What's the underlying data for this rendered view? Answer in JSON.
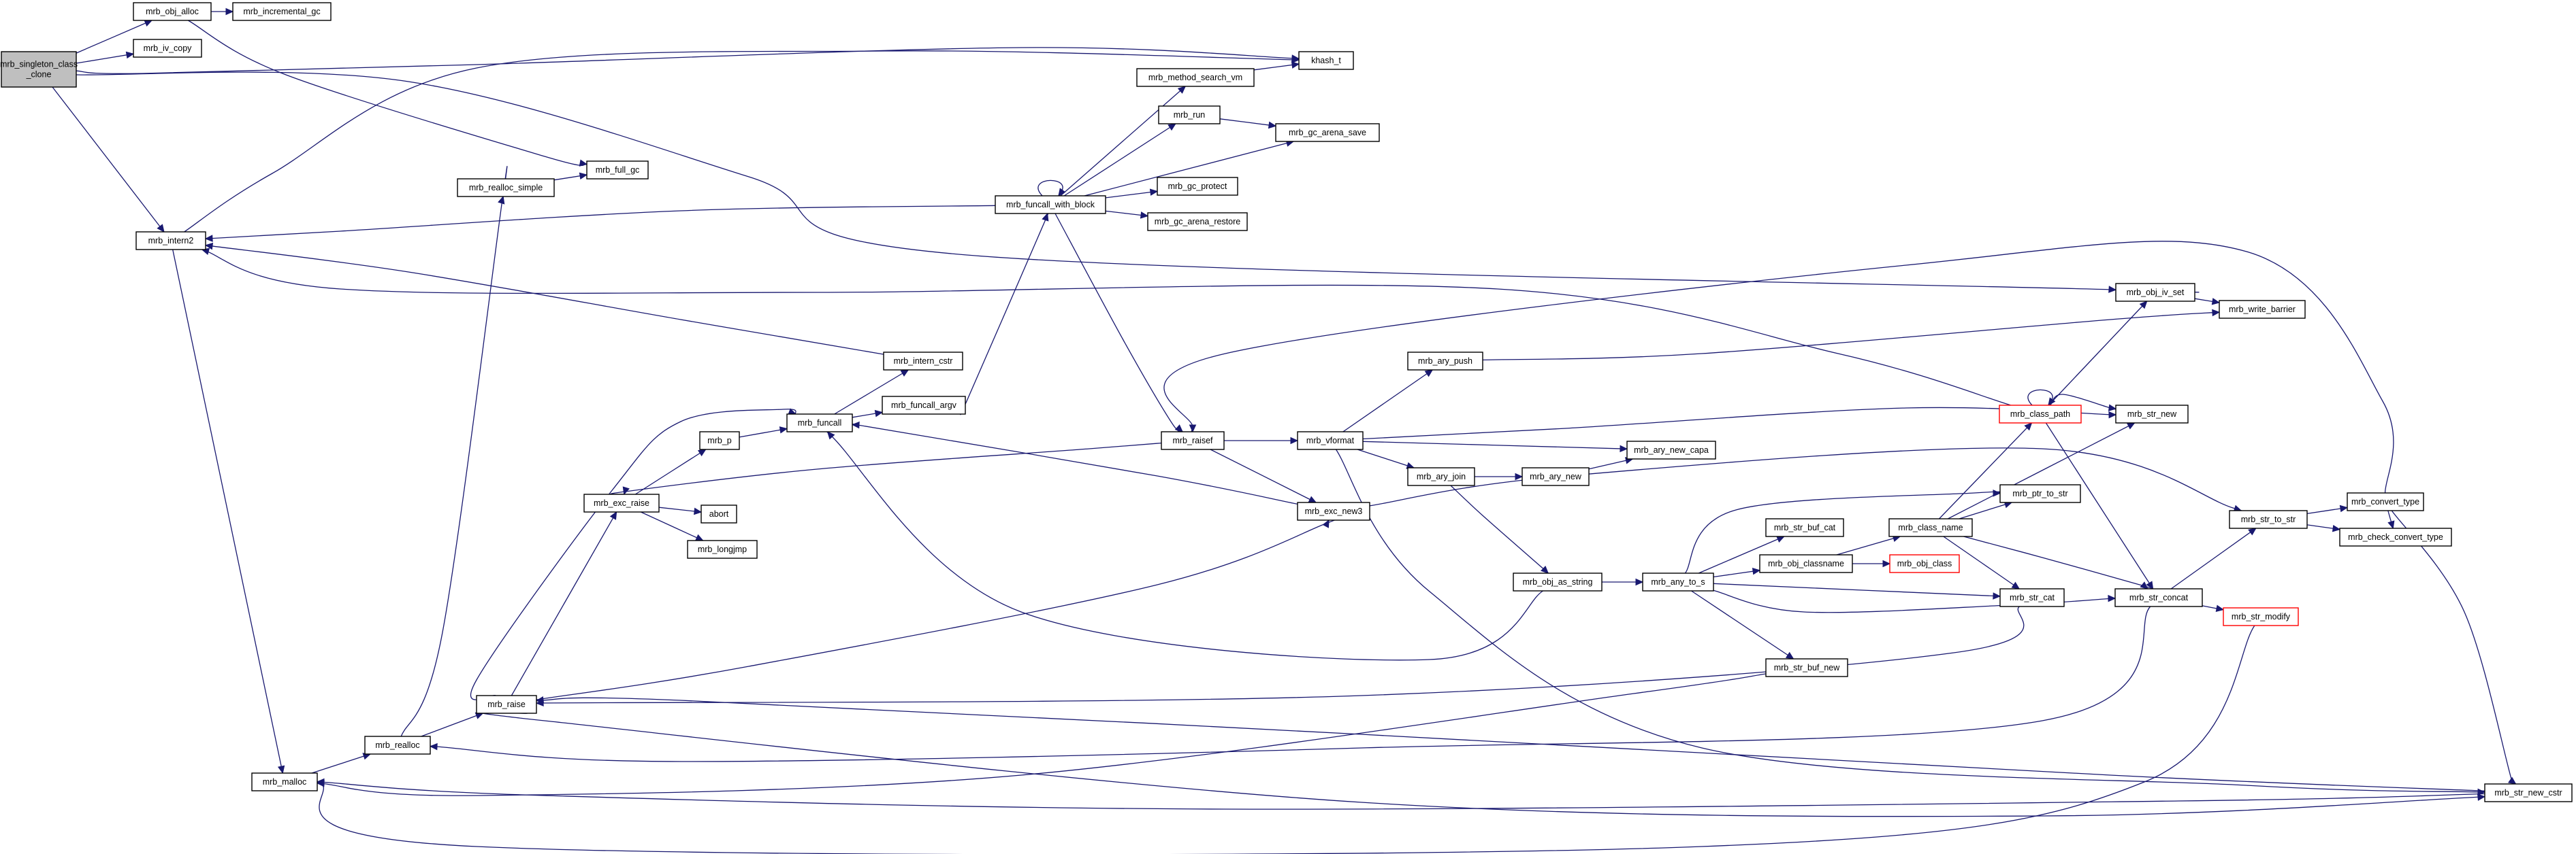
{
  "graph": {
    "root": "mrb_singleton_class_clone",
    "nodes": [
      {
        "id": "singleton",
        "label": [
          "mrb_singleton_class",
          "_clone"
        ],
        "style": "root"
      },
      {
        "id": "obj_alloc",
        "label": [
          "mrb_obj_alloc"
        ]
      },
      {
        "id": "inc_gc",
        "label": [
          "mrb_incremental_gc"
        ]
      },
      {
        "id": "iv_copy",
        "label": [
          "mrb_iv_copy"
        ]
      },
      {
        "id": "khash",
        "label": [
          "khash_t"
        ]
      },
      {
        "id": "full_gc",
        "label": [
          "mrb_full_gc"
        ]
      },
      {
        "id": "realloc_simple",
        "label": [
          "mrb_realloc_simple"
        ]
      },
      {
        "id": "intern2",
        "label": [
          "mrb_intern2"
        ]
      },
      {
        "id": "method_search",
        "label": [
          "mrb_method_search_vm"
        ]
      },
      {
        "id": "run",
        "label": [
          "mrb_run"
        ]
      },
      {
        "id": "arena_save",
        "label": [
          "mrb_gc_arena_save"
        ]
      },
      {
        "id": "gc_protect",
        "label": [
          "mrb_gc_protect"
        ]
      },
      {
        "id": "funcall_block",
        "label": [
          "mrb_funcall_with_block"
        ]
      },
      {
        "id": "arena_restore",
        "label": [
          "mrb_gc_arena_restore"
        ]
      },
      {
        "id": "obj_iv_set",
        "label": [
          "mrb_obj_iv_set"
        ]
      },
      {
        "id": "write_barrier",
        "label": [
          "mrb_write_barrier"
        ]
      },
      {
        "id": "intern_cstr",
        "label": [
          "mrb_intern_cstr"
        ]
      },
      {
        "id": "ary_push",
        "label": [
          "mrb_ary_push"
        ]
      },
      {
        "id": "class_path",
        "label": [
          "mrb_class_path"
        ],
        "style": "truncated"
      },
      {
        "id": "str_new",
        "label": [
          "mrb_str_new"
        ]
      },
      {
        "id": "funcall_argv",
        "label": [
          "mrb_funcall_argv"
        ]
      },
      {
        "id": "funcall",
        "label": [
          "mrb_funcall"
        ]
      },
      {
        "id": "mrb_p",
        "label": [
          "mrb_p"
        ]
      },
      {
        "id": "raisef",
        "label": [
          "mrb_raisef"
        ]
      },
      {
        "id": "vformat",
        "label": [
          "mrb_vformat"
        ]
      },
      {
        "id": "ary_new_capa",
        "label": [
          "mrb_ary_new_capa"
        ]
      },
      {
        "id": "ary_join",
        "label": [
          "mrb_ary_join"
        ]
      },
      {
        "id": "ary_new",
        "label": [
          "mrb_ary_new"
        ]
      },
      {
        "id": "ptr_to_str",
        "label": [
          "mrb_ptr_to_str"
        ]
      },
      {
        "id": "convert_type",
        "label": [
          "mrb_convert_type"
        ]
      },
      {
        "id": "exc_raise",
        "label": [
          "mrb_exc_raise"
        ]
      },
      {
        "id": "abort",
        "label": [
          "abort"
        ]
      },
      {
        "id": "exc_new3",
        "label": [
          "mrb_exc_new3"
        ]
      },
      {
        "id": "str_to_str",
        "label": [
          "mrb_str_to_str"
        ]
      },
      {
        "id": "str_buf_cat",
        "label": [
          "mrb_str_buf_cat"
        ]
      },
      {
        "id": "class_name",
        "label": [
          "mrb_class_name"
        ]
      },
      {
        "id": "check_convert",
        "label": [
          "mrb_check_convert_type"
        ]
      },
      {
        "id": "longjmp",
        "label": [
          "mrb_longjmp"
        ]
      },
      {
        "id": "obj_classname",
        "label": [
          "mrb_obj_classname"
        ]
      },
      {
        "id": "obj_class",
        "label": [
          "mrb_obj_class"
        ],
        "style": "truncated"
      },
      {
        "id": "obj_as_string",
        "label": [
          "mrb_obj_as_string"
        ]
      },
      {
        "id": "any_to_s",
        "label": [
          "mrb_any_to_s"
        ]
      },
      {
        "id": "str_cat",
        "label": [
          "mrb_str_cat"
        ]
      },
      {
        "id": "str_concat",
        "label": [
          "mrb_str_concat"
        ]
      },
      {
        "id": "str_modify",
        "label": [
          "mrb_str_modify"
        ],
        "style": "truncated"
      },
      {
        "id": "str_buf_new",
        "label": [
          "mrb_str_buf_new"
        ]
      },
      {
        "id": "mrb_raise",
        "label": [
          "mrb_raise"
        ]
      },
      {
        "id": "mrb_realloc",
        "label": [
          "mrb_realloc"
        ]
      },
      {
        "id": "mrb_malloc",
        "label": [
          "mrb_malloc"
        ]
      },
      {
        "id": "str_new_cstr",
        "label": [
          "mrb_str_new_cstr"
        ]
      }
    ],
    "edges": [
      [
        "singleton",
        "obj_alloc"
      ],
      [
        "singleton",
        "iv_copy"
      ],
      [
        "singleton",
        "khash"
      ],
      [
        "singleton",
        "intern2"
      ],
      [
        "singleton",
        "obj_iv_set"
      ],
      [
        "obj_alloc",
        "inc_gc"
      ],
      [
        "obj_alloc",
        "full_gc"
      ],
      [
        "realloc_simple",
        "full_gc"
      ],
      [
        "intern2",
        "khash"
      ],
      [
        "intern2",
        "mrb_malloc"
      ],
      [
        "method_search",
        "khash"
      ],
      [
        "run",
        "arena_save"
      ],
      [
        "funcall_block",
        "intern2"
      ],
      [
        "funcall_block",
        "method_search"
      ],
      [
        "funcall_block",
        "run"
      ],
      [
        "funcall_block",
        "arena_save"
      ],
      [
        "funcall_block",
        "gc_protect"
      ],
      [
        "funcall_block",
        "arena_restore"
      ],
      [
        "funcall_block",
        "raisef"
      ],
      [
        "funcall_block",
        "funcall_block"
      ],
      [
        "obj_iv_set",
        "write_barrier"
      ],
      [
        "intern_cstr",
        "intern2"
      ],
      [
        "ary_push",
        "write_barrier"
      ],
      [
        "class_path",
        "intern2"
      ],
      [
        "class_path",
        "obj_iv_set"
      ],
      [
        "class_path",
        "str_new"
      ],
      [
        "class_path",
        "str_concat"
      ],
      [
        "class_path",
        "class_path"
      ],
      [
        "funcall_argv",
        "funcall_block"
      ],
      [
        "funcall",
        "intern_cstr"
      ],
      [
        "funcall",
        "funcall_argv"
      ],
      [
        "mrb_p",
        "funcall"
      ],
      [
        "raisef",
        "vformat"
      ],
      [
        "raisef",
        "exc_new3"
      ],
      [
        "raisef",
        "exc_raise"
      ],
      [
        "vformat",
        "ary_push"
      ],
      [
        "vformat",
        "str_new"
      ],
      [
        "vformat",
        "ary_new_capa"
      ],
      [
        "vformat",
        "ary_join"
      ],
      [
        "vformat",
        "str_new_cstr"
      ],
      [
        "ary_join",
        "ary_new"
      ],
      [
        "ary_join",
        "obj_as_string"
      ],
      [
        "ary_new",
        "ary_new_capa"
      ],
      [
        "convert_type",
        "check_convert"
      ],
      [
        "convert_type",
        "raisef"
      ],
      [
        "convert_type",
        "str_new_cstr"
      ],
      [
        "exc_raise",
        "mrb_p"
      ],
      [
        "exc_raise",
        "abort"
      ],
      [
        "exc_raise",
        "longjmp"
      ],
      [
        "exc_new3",
        "funcall"
      ],
      [
        "exc_new3",
        "str_to_str"
      ],
      [
        "str_to_str",
        "convert_type"
      ],
      [
        "str_to_str",
        "check_convert"
      ],
      [
        "class_name",
        "class_path"
      ],
      [
        "class_name",
        "str_new"
      ],
      [
        "class_name",
        "ptr_to_str"
      ],
      [
        "class_name",
        "str_cat"
      ],
      [
        "class_name",
        "str_concat"
      ],
      [
        "obj_classname",
        "class_name"
      ],
      [
        "obj_classname",
        "obj_class"
      ],
      [
        "obj_as_string",
        "any_to_s"
      ],
      [
        "obj_as_string",
        "funcall"
      ],
      [
        "any_to_s",
        "obj_classname"
      ],
      [
        "any_to_s",
        "str_buf_cat"
      ],
      [
        "any_to_s",
        "ptr_to_str"
      ],
      [
        "any_to_s",
        "str_cat"
      ],
      [
        "any_to_s",
        "str_concat"
      ],
      [
        "any_to_s",
        "str_buf_new"
      ],
      [
        "str_cat",
        "mrb_raise"
      ],
      [
        "str_concat",
        "str_to_str"
      ],
      [
        "str_concat",
        "str_modify"
      ],
      [
        "str_concat",
        "mrb_realloc"
      ],
      [
        "str_modify",
        "mrb_malloc"
      ],
      [
        "str_buf_new",
        "mrb_malloc"
      ],
      [
        "mrb_raise",
        "exc_raise"
      ],
      [
        "mrb_raise",
        "exc_new3"
      ],
      [
        "mrb_raise",
        "funcall"
      ],
      [
        "mrb_raise",
        "str_new_cstr"
      ],
      [
        "mrb_realloc",
        "mrb_raise"
      ],
      [
        "mrb_realloc",
        "realloc_simple"
      ],
      [
        "mrb_malloc",
        "mrb_realloc"
      ],
      [
        "str_new_cstr",
        "mrb_malloc"
      ],
      [
        "str_new_cstr",
        "mrb_raise"
      ]
    ]
  }
}
